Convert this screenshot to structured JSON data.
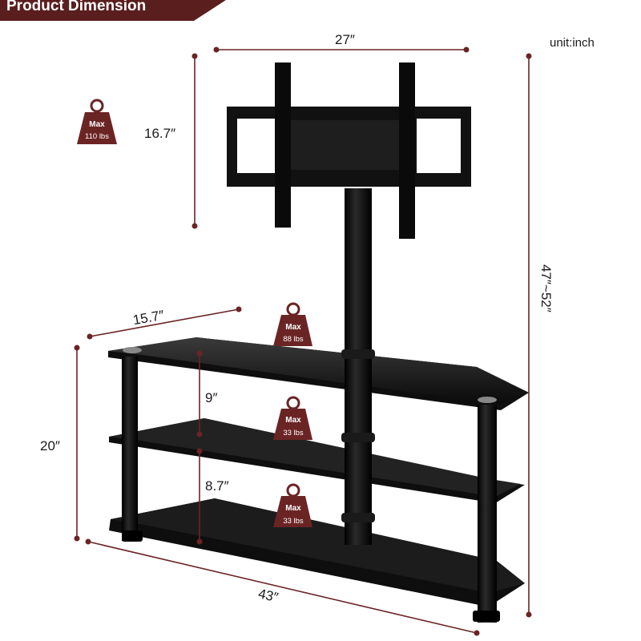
{
  "banner": {
    "title": "Product  Dimension",
    "color": "#5a1e1e"
  },
  "unit_label": "unit:inch",
  "dimensions": {
    "width_top": "27″",
    "bracket_height": "16.7″",
    "total_height": "47″~52″",
    "depth": "15.7″",
    "shelf_gap_upper": "9″",
    "shelf_gap_lower": "8.7″",
    "stand_height": "20″",
    "length": "43″"
  },
  "weight_badges": [
    {
      "line1": "Max",
      "line2": "110 lbs",
      "icon": "weight-icon"
    },
    {
      "line1": "Max",
      "line2": "88 lbs",
      "icon": "weight-icon"
    },
    {
      "line1": "Max",
      "line2": "33 lbs",
      "icon": "weight-icon"
    },
    {
      "line1": "Max",
      "line2": "33 lbs",
      "icon": "weight-icon"
    }
  ],
  "colors": {
    "accent": "#6b2424",
    "dimension_line": "#6b2424",
    "glass": "#111111"
  }
}
